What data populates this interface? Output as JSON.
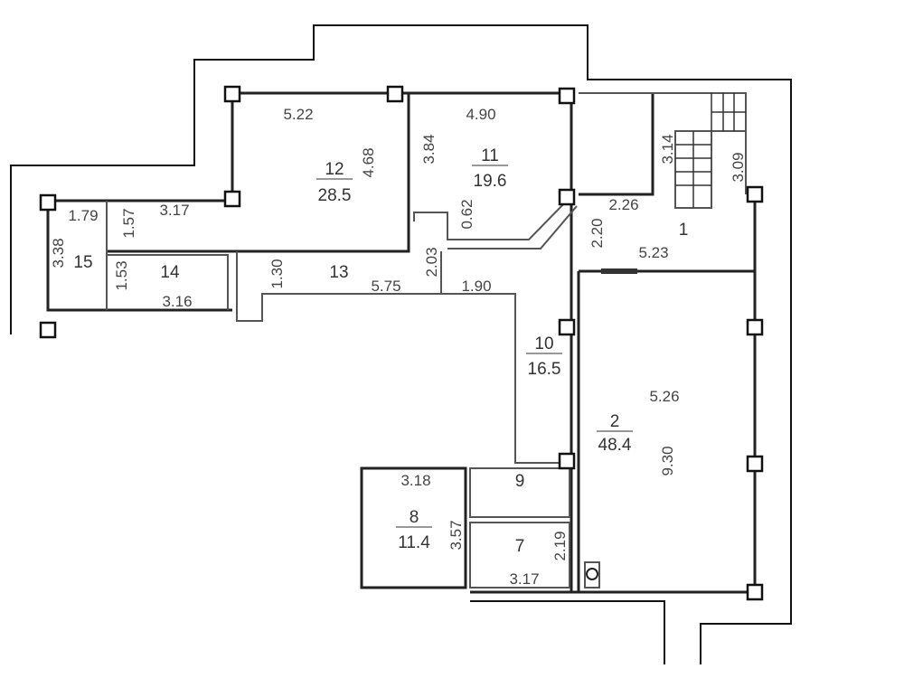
{
  "plan": {
    "rooms": [
      {
        "number": "12",
        "area": "28.5"
      },
      {
        "number": "11",
        "area": "19.6"
      },
      {
        "number": "10",
        "area": "16.5"
      },
      {
        "number": "2",
        "area": "48.4"
      },
      {
        "number": "8",
        "area": "11.4"
      },
      {
        "number": "1"
      },
      {
        "number": "13"
      },
      {
        "number": "14"
      },
      {
        "number": "15"
      },
      {
        "number": "9"
      },
      {
        "number": "7"
      }
    ],
    "dimensions": [
      "5.22",
      "4.68",
      "4.90",
      "3.84",
      "0.62",
      "3.14",
      "3.09",
      "2.26",
      "2.20",
      "5.23",
      "1.79",
      "3.17",
      "1.57",
      "3.38",
      "1.53",
      "3.16",
      "1.30",
      "5.75",
      "2.03",
      "1.90",
      "5.26",
      "9.30",
      "3.18",
      "3.57",
      "2.19",
      "3.17"
    ]
  }
}
